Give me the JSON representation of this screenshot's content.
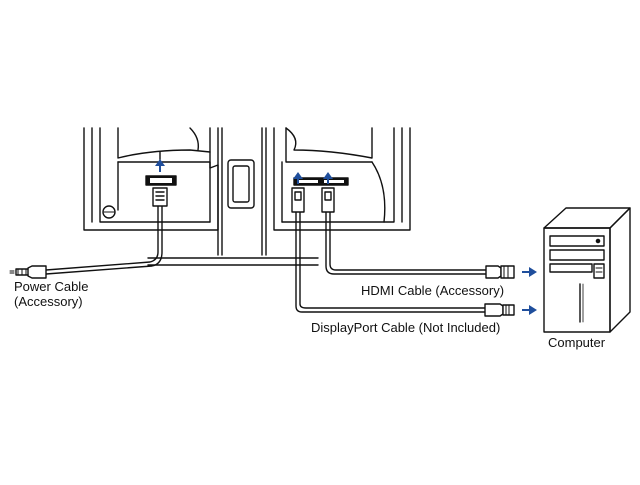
{
  "labels": {
    "power_line1": "Power Cable",
    "power_line2": "(Accessory)",
    "hdmi": "HDMI Cable (Accessory)",
    "displayport": "DisplayPort Cable (Not Included)",
    "computer": "Computer"
  },
  "icons": {
    "power_plug": "power-plug-icon",
    "hdmi_plug": "hdmi-plug-icon",
    "displayport_plug": "displayport-plug-icon",
    "direction_arrow": "arrow-icon",
    "computer_tower": "computer-tower-icon"
  },
  "colors": {
    "line": "#111111",
    "arrow": "#1f4e9c",
    "background": "#ffffff"
  }
}
